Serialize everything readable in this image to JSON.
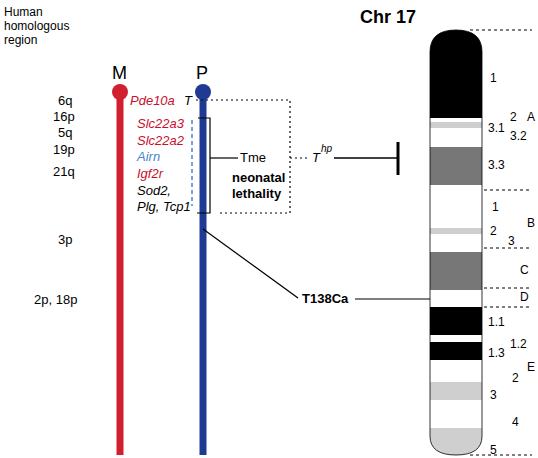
{
  "diagram": {
    "title": "Chr 17",
    "nodes": [
      {
        "text": [
          "neonatal lethality"
        ]
      }
    ],
    "labels": [
      "Human homologous region",
      "M",
      "P",
      "Pde10a",
      "T",
      "Slc22a3",
      "Slc22a2",
      "Airn",
      "Igf2r",
      "Sod2,",
      "Plg, Tcp1",
      "Tme",
      "T",
      "hp",
      "T138Ca",
      "6q",
      "16p",
      "5q",
      "19p",
      "21q",
      "3p",
      "2p, 18p",
      "1",
      "2",
      "A",
      "3.1",
      "3.2",
      "3.3",
      "1",
      "B",
      "2",
      "3",
      "C",
      "D",
      "1.1",
      "1.2",
      "1.3",
      "E",
      "2",
      "3",
      "4",
      "5"
    ]
  }
}
